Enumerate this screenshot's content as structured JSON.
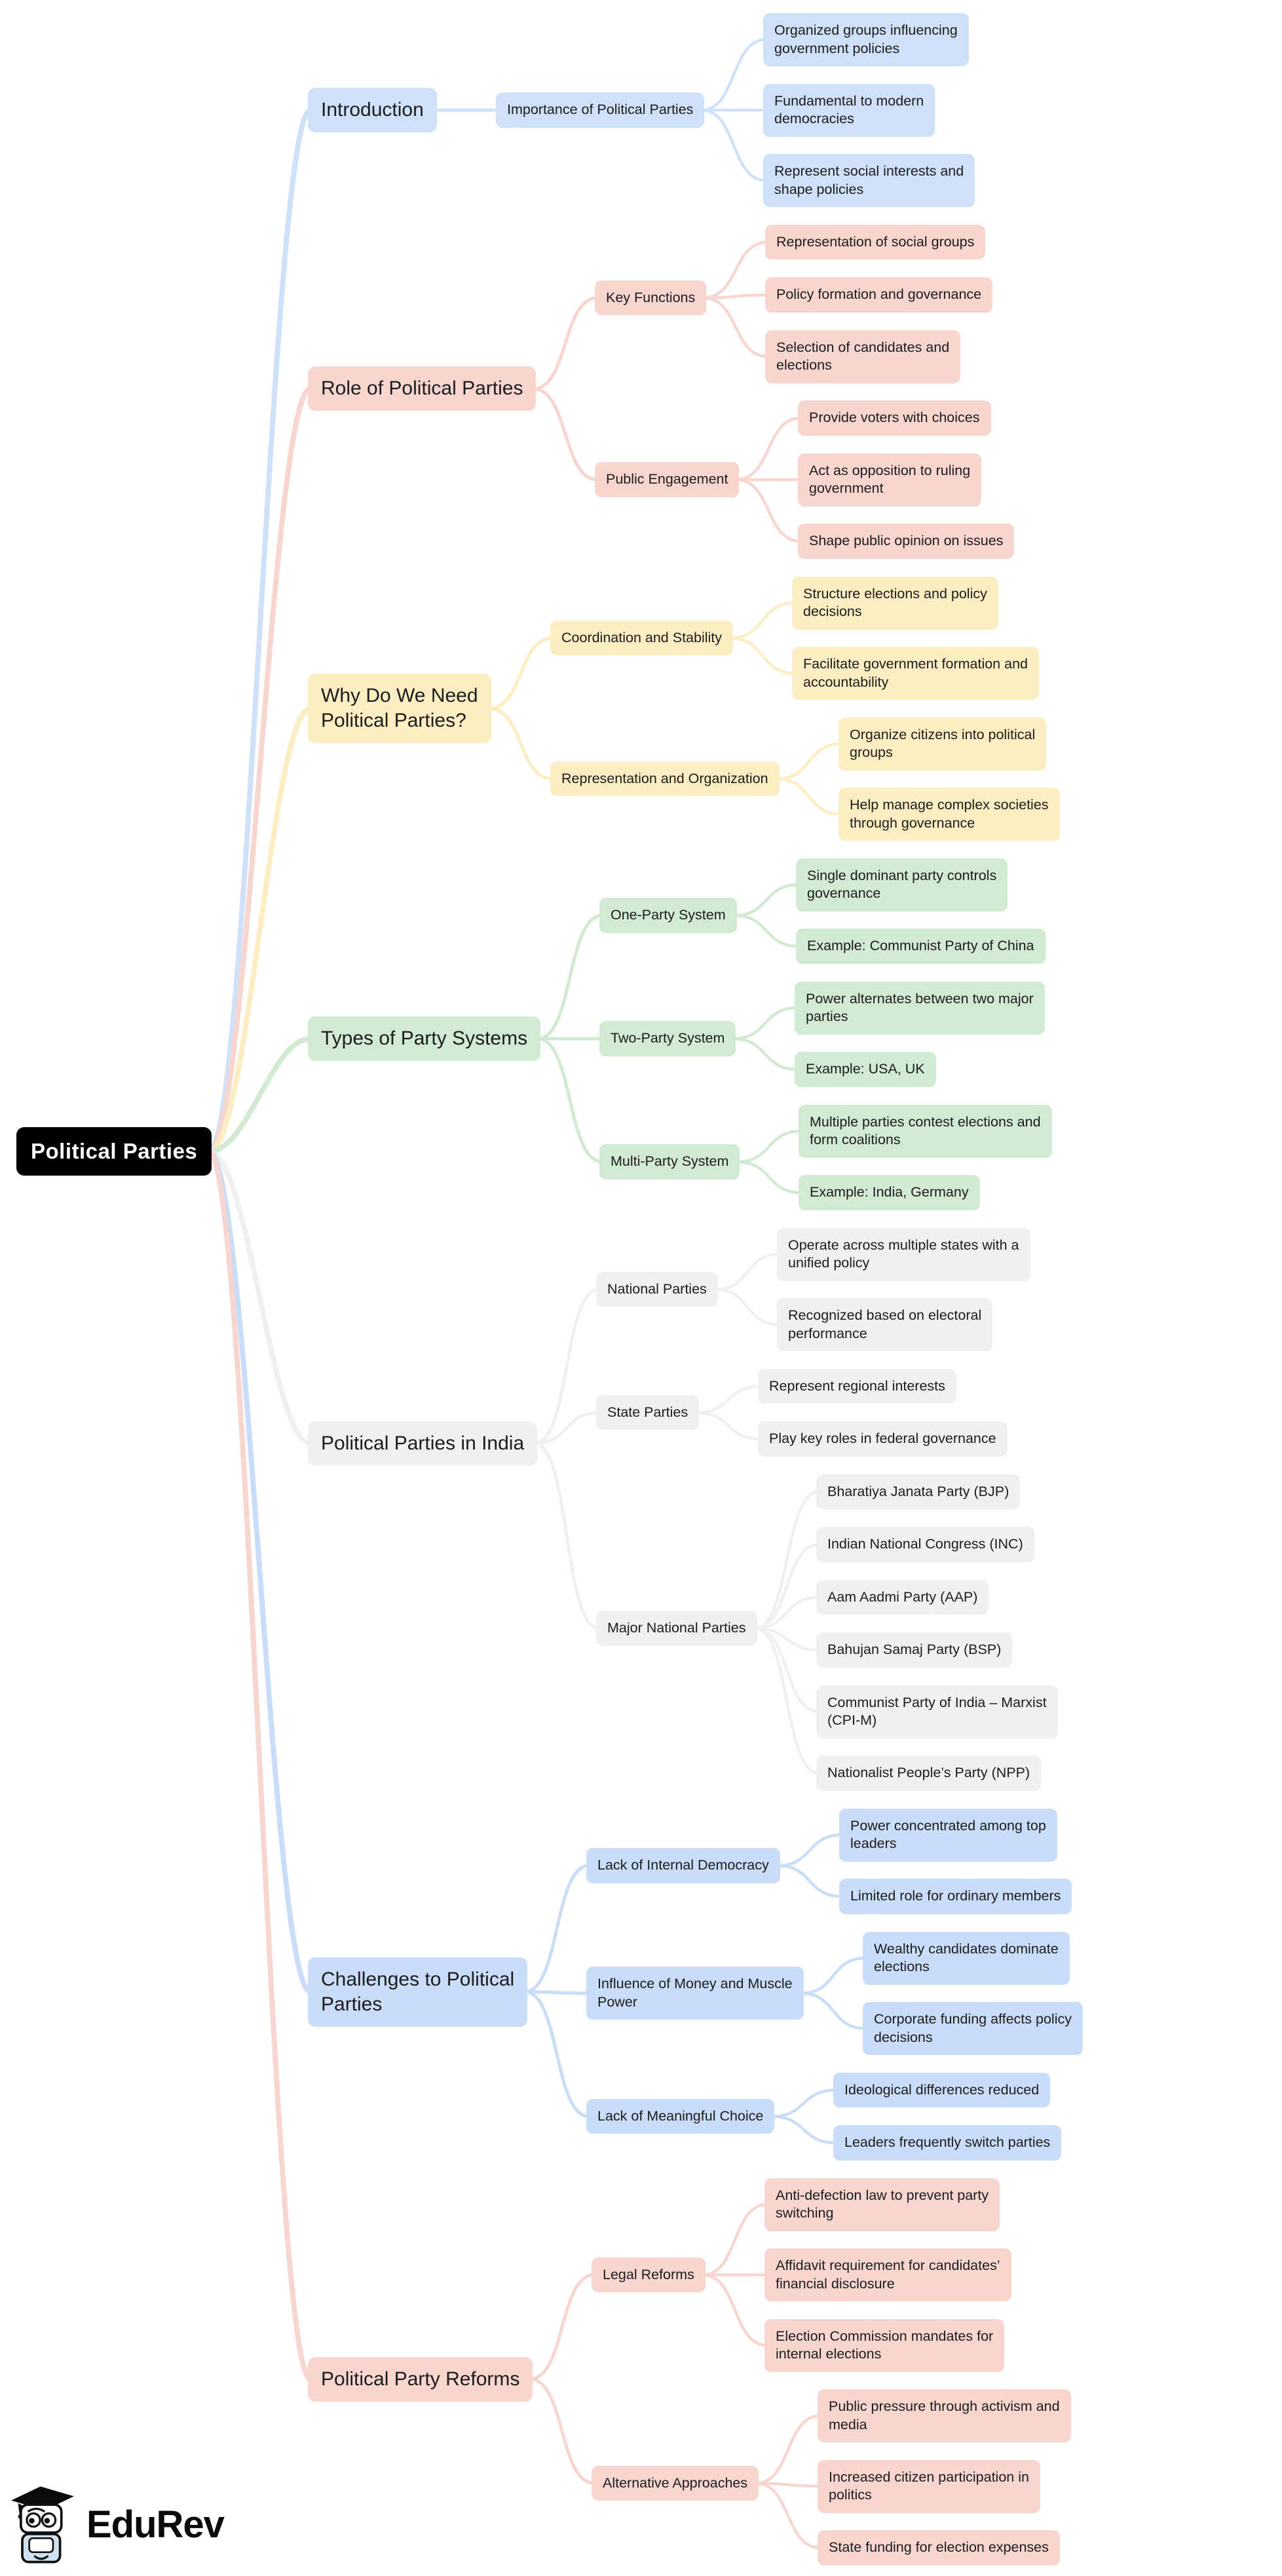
{
  "root": {
    "label": "Political Parties"
  },
  "colors": {
    "root_bg": "#000000",
    "root_text": "#ffffff",
    "node_text": "#1c1c1c",
    "canvas": "#ffffff"
  },
  "branches": [
    {
      "label": "Introduction",
      "color": "#cfe0f9",
      "children": [
        {
          "label": "Importance of Political Parties",
          "children": [
            {
              "label": "Organized groups influencing\ngovernment policies"
            },
            {
              "label": "Fundamental to modern\ndemocracies"
            },
            {
              "label": "Represent social interests and\nshape policies"
            }
          ]
        }
      ]
    },
    {
      "label": "Role of Political Parties",
      "color": "#f8d6d0",
      "children": [
        {
          "label": "Key Functions",
          "children": [
            {
              "label": "Representation of social groups"
            },
            {
              "label": "Policy formation and governance"
            },
            {
              "label": "Selection of candidates and\nelections"
            }
          ]
        },
        {
          "label": "Public Engagement",
          "children": [
            {
              "label": "Provide voters with choices"
            },
            {
              "label": "Act as opposition to ruling\ngovernment"
            },
            {
              "label": "Shape public opinion on issues"
            }
          ]
        }
      ]
    },
    {
      "label": "Why Do We Need\nPolitical Parties?",
      "color": "#fdedc3",
      "children": [
        {
          "label": "Coordination and Stability",
          "children": [
            {
              "label": "Structure elections and policy\ndecisions"
            },
            {
              "label": "Facilitate government formation and\naccountability"
            }
          ]
        },
        {
          "label": "Representation and Organization",
          "children": [
            {
              "label": "Organize citizens into political\ngroups"
            },
            {
              "label": "Help manage complex societies\nthrough governance"
            }
          ]
        }
      ]
    },
    {
      "label": "Types of Party Systems",
      "color": "#d2e9d2",
      "children": [
        {
          "label": "One-Party System",
          "children": [
            {
              "label": "Single dominant party controls\ngovernance"
            },
            {
              "label": "Example: Communist Party of China"
            }
          ]
        },
        {
          "label": "Two-Party System",
          "children": [
            {
              "label": "Power alternates between two major\nparties"
            },
            {
              "label": "Example: USA, UK"
            }
          ]
        },
        {
          "label": "Multi-Party System",
          "children": [
            {
              "label": "Multiple parties contest elections and\nform coalitions"
            },
            {
              "label": "Example: India, Germany"
            }
          ]
        }
      ]
    },
    {
      "label": "Political Parties in India",
      "color": "#f0f0f2",
      "children": [
        {
          "label": "National Parties",
          "children": [
            {
              "label": "Operate across multiple states with a\nunified policy"
            },
            {
              "label": "Recognized based on electoral\nperformance"
            }
          ]
        },
        {
          "label": "State Parties",
          "children": [
            {
              "label": "Represent regional interests"
            },
            {
              "label": "Play key roles in federal governance"
            }
          ]
        },
        {
          "label": "Major National Parties",
          "children": [
            {
              "label": "Bharatiya Janata Party (BJP)"
            },
            {
              "label": "Indian National Congress (INC)"
            },
            {
              "label": "Aam Aadmi Party (AAP)"
            },
            {
              "label": "Bahujan Samaj Party (BSP)"
            },
            {
              "label": "Communist Party of India – Marxist\n(CPI-M)"
            },
            {
              "label": "Nationalist People’s Party (NPP)"
            }
          ]
        }
      ]
    },
    {
      "label": "Challenges to Political\nParties",
      "color": "#c9dcf8",
      "children": [
        {
          "label": "Lack of Internal Democracy",
          "children": [
            {
              "label": "Power concentrated among top\nleaders"
            },
            {
              "label": "Limited role for ordinary members"
            }
          ]
        },
        {
          "label": "Influence of Money and Muscle\nPower",
          "children": [
            {
              "label": "Wealthy candidates dominate\nelections"
            },
            {
              "label": "Corporate funding affects policy\ndecisions"
            }
          ]
        },
        {
          "label": "Lack of Meaningful Choice",
          "children": [
            {
              "label": "Ideological differences reduced"
            },
            {
              "label": "Leaders frequently switch parties"
            }
          ]
        }
      ]
    },
    {
      "label": "Political Party Reforms",
      "color": "#f8d6d0",
      "children": [
        {
          "label": "Legal Reforms",
          "children": [
            {
              "label": "Anti-defection law to prevent party\nswitching"
            },
            {
              "label": "Affidavit requirement for candidates’\nfinancial disclosure"
            },
            {
              "label": "Election Commission mandates for\ninternal elections"
            }
          ]
        },
        {
          "label": "Alternative Approaches",
          "children": [
            {
              "label": "Public pressure through activism and\nmedia"
            },
            {
              "label": "Increased citizen participation in\npolitics"
            },
            {
              "label": "State funding for election expenses"
            }
          ]
        }
      ]
    }
  ],
  "footer": {
    "brand": "EduRev"
  }
}
